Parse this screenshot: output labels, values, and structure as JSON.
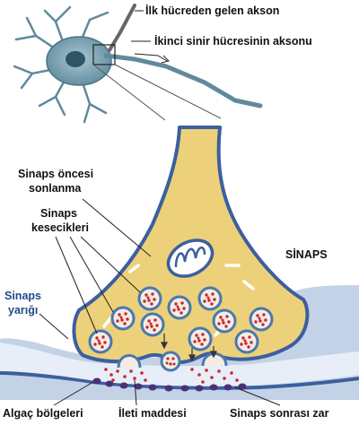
{
  "labels": {
    "first_axon": "İlk hücreden gelen akson",
    "second_axon": "İkinci sinir hücresinin aksonu",
    "presynaptic_1": "Sinaps öncesi",
    "presynaptic_2": "sonlanma",
    "vesicles_1": "Sinaps",
    "vesicles_2": "kesecikleri",
    "synapse": "SİNAPS",
    "cleft_1": "Sinaps",
    "cleft_2": "yarığı",
    "receptor_sites": "Algaç bölgeleri",
    "neurotransmitter": "İleti maddesi",
    "postsynaptic_membrane": "Sinaps sonrası zar"
  },
  "colors": {
    "terminal_fill": "#ecd17a",
    "membrane_blue": "#3c5f9e",
    "vesicle_ring": "#4a78ad",
    "vesicle_dot": "#c8282d",
    "postsynaptic_fill": "#c3d2e6",
    "neuron_body": "#7fa6b5",
    "receptor": "#4b2f7a"
  }
}
